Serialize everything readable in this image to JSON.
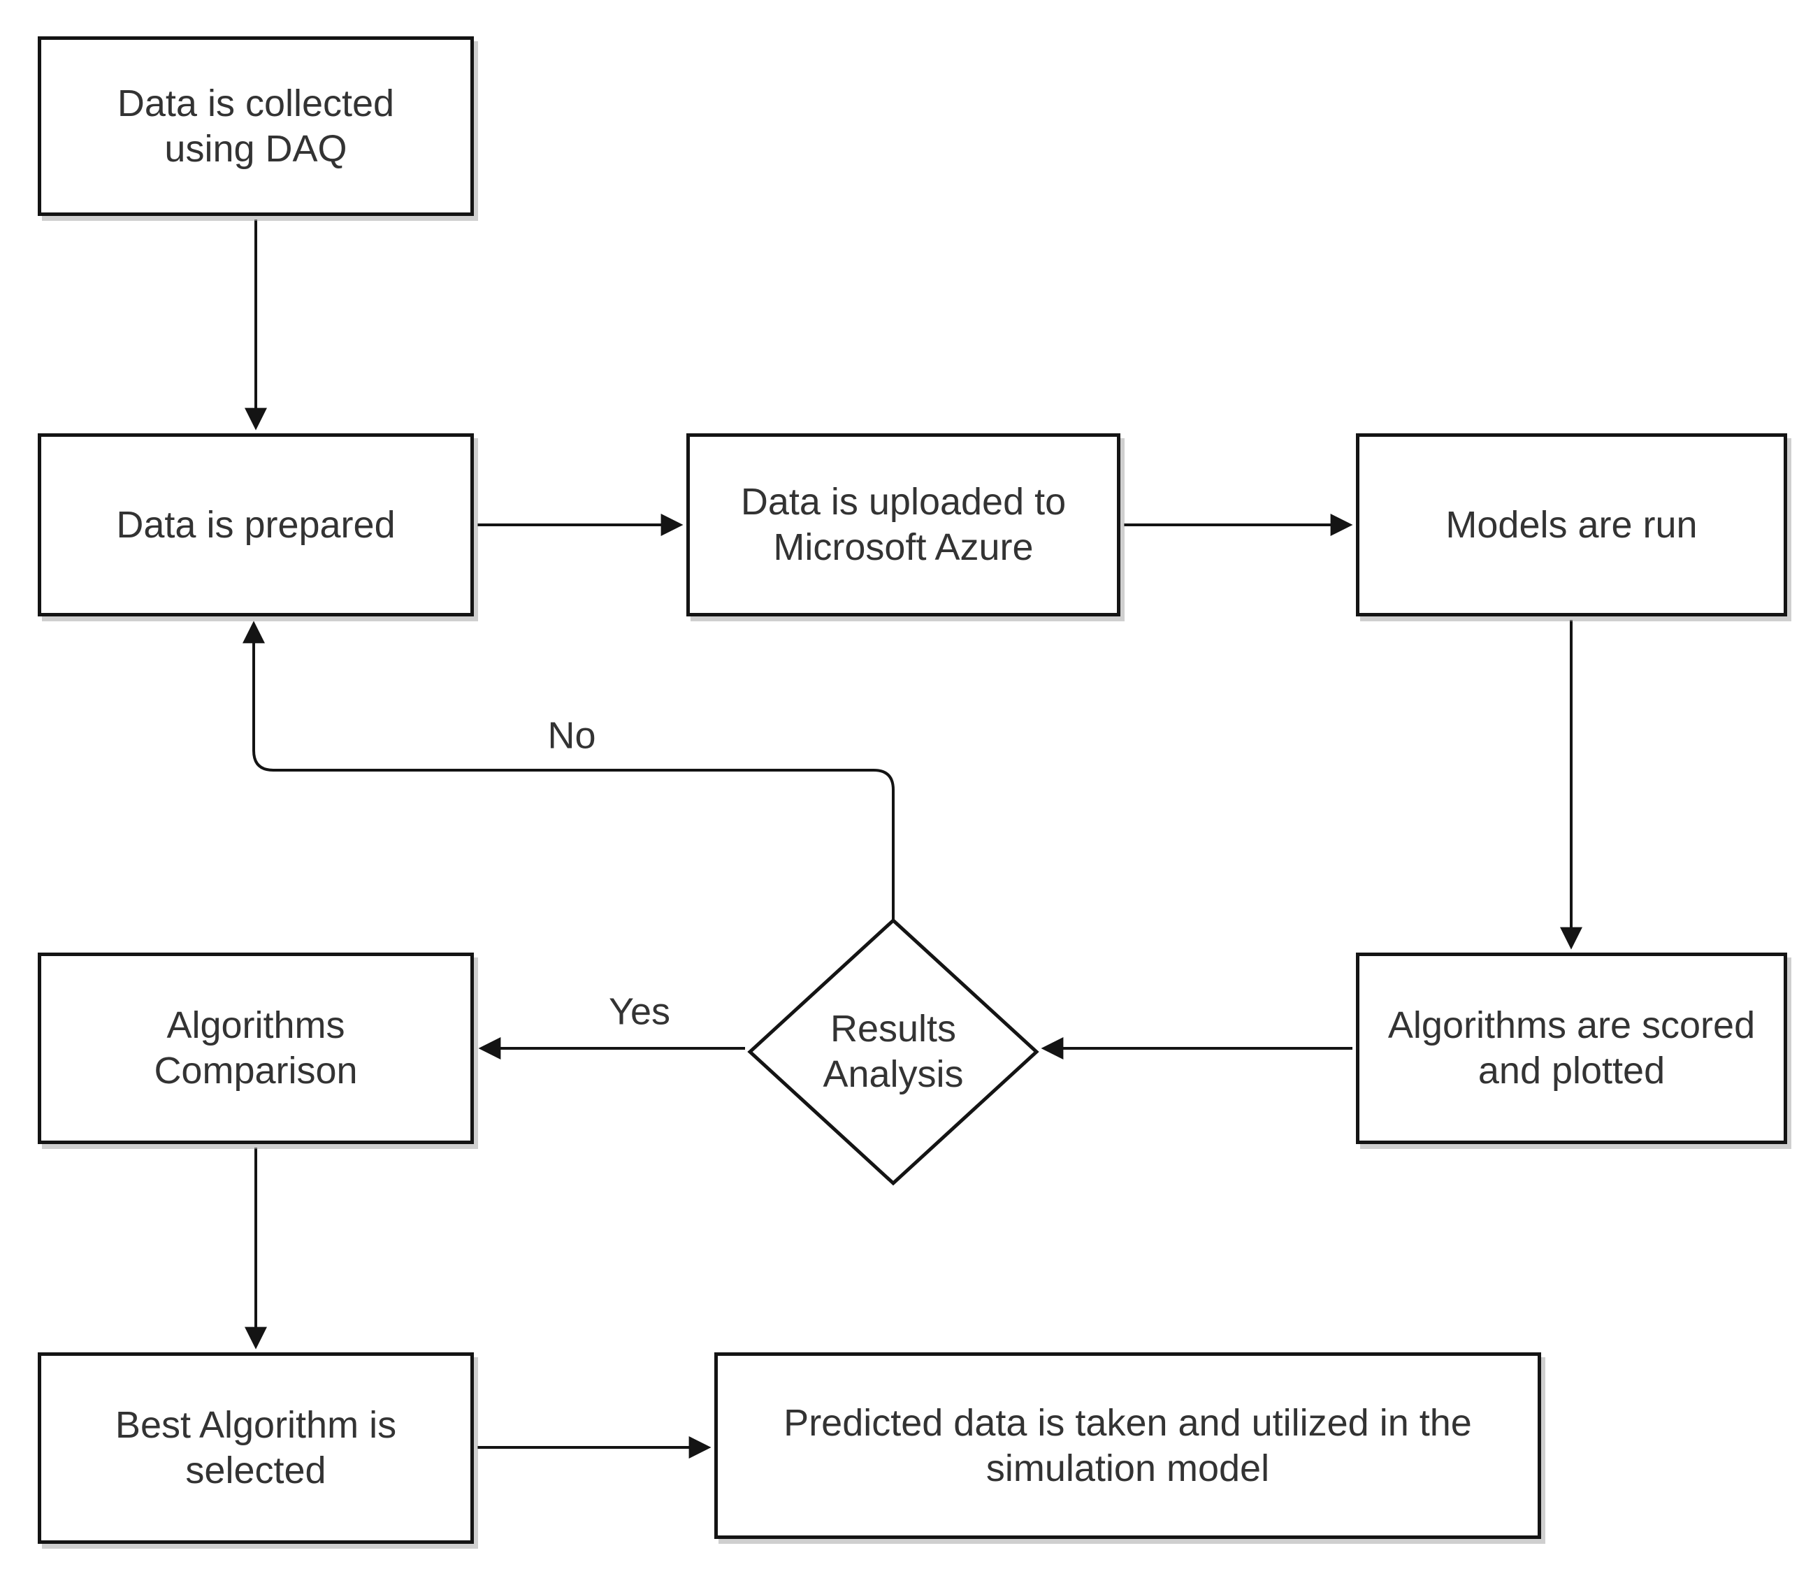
{
  "diagram": {
    "type": "flowchart",
    "background": "#ffffff",
    "colors": {
      "stroke": "#141414",
      "text": "#333333",
      "node_fill": "#ffffff",
      "shadow": "#a8a8a8"
    },
    "nodes": {
      "collect": {
        "shape": "rectangle",
        "label": "Data is collected\nusing DAQ"
      },
      "prepared": {
        "shape": "rectangle",
        "label": "Data is prepared"
      },
      "upload": {
        "shape": "rectangle",
        "label": "Data is uploaded to\nMicrosoft Azure"
      },
      "models": {
        "shape": "rectangle",
        "label": "Models are run"
      },
      "scored": {
        "shape": "rectangle",
        "label": "Algorithms are scored\nand plotted"
      },
      "analysis": {
        "shape": "diamond",
        "label": "Results\nAnalysis"
      },
      "comparison": {
        "shape": "rectangle",
        "label": "Algorithms\nComparison"
      },
      "best": {
        "shape": "rectangle",
        "label": "Best Algorithm is\nselected"
      },
      "predicted": {
        "shape": "rectangle",
        "label": "Predicted data is taken and utilized in the\nsimulation model"
      }
    },
    "edges": [
      {
        "from": "collect",
        "to": "prepared",
        "label": ""
      },
      {
        "from": "prepared",
        "to": "upload",
        "label": ""
      },
      {
        "from": "upload",
        "to": "models",
        "label": ""
      },
      {
        "from": "models",
        "to": "scored",
        "label": ""
      },
      {
        "from": "scored",
        "to": "analysis",
        "label": ""
      },
      {
        "from": "analysis",
        "to": "comparison",
        "label": "Yes"
      },
      {
        "from": "analysis",
        "to": "prepared",
        "label": "No"
      },
      {
        "from": "comparison",
        "to": "best",
        "label": ""
      },
      {
        "from": "best",
        "to": "predicted",
        "label": ""
      }
    ]
  }
}
